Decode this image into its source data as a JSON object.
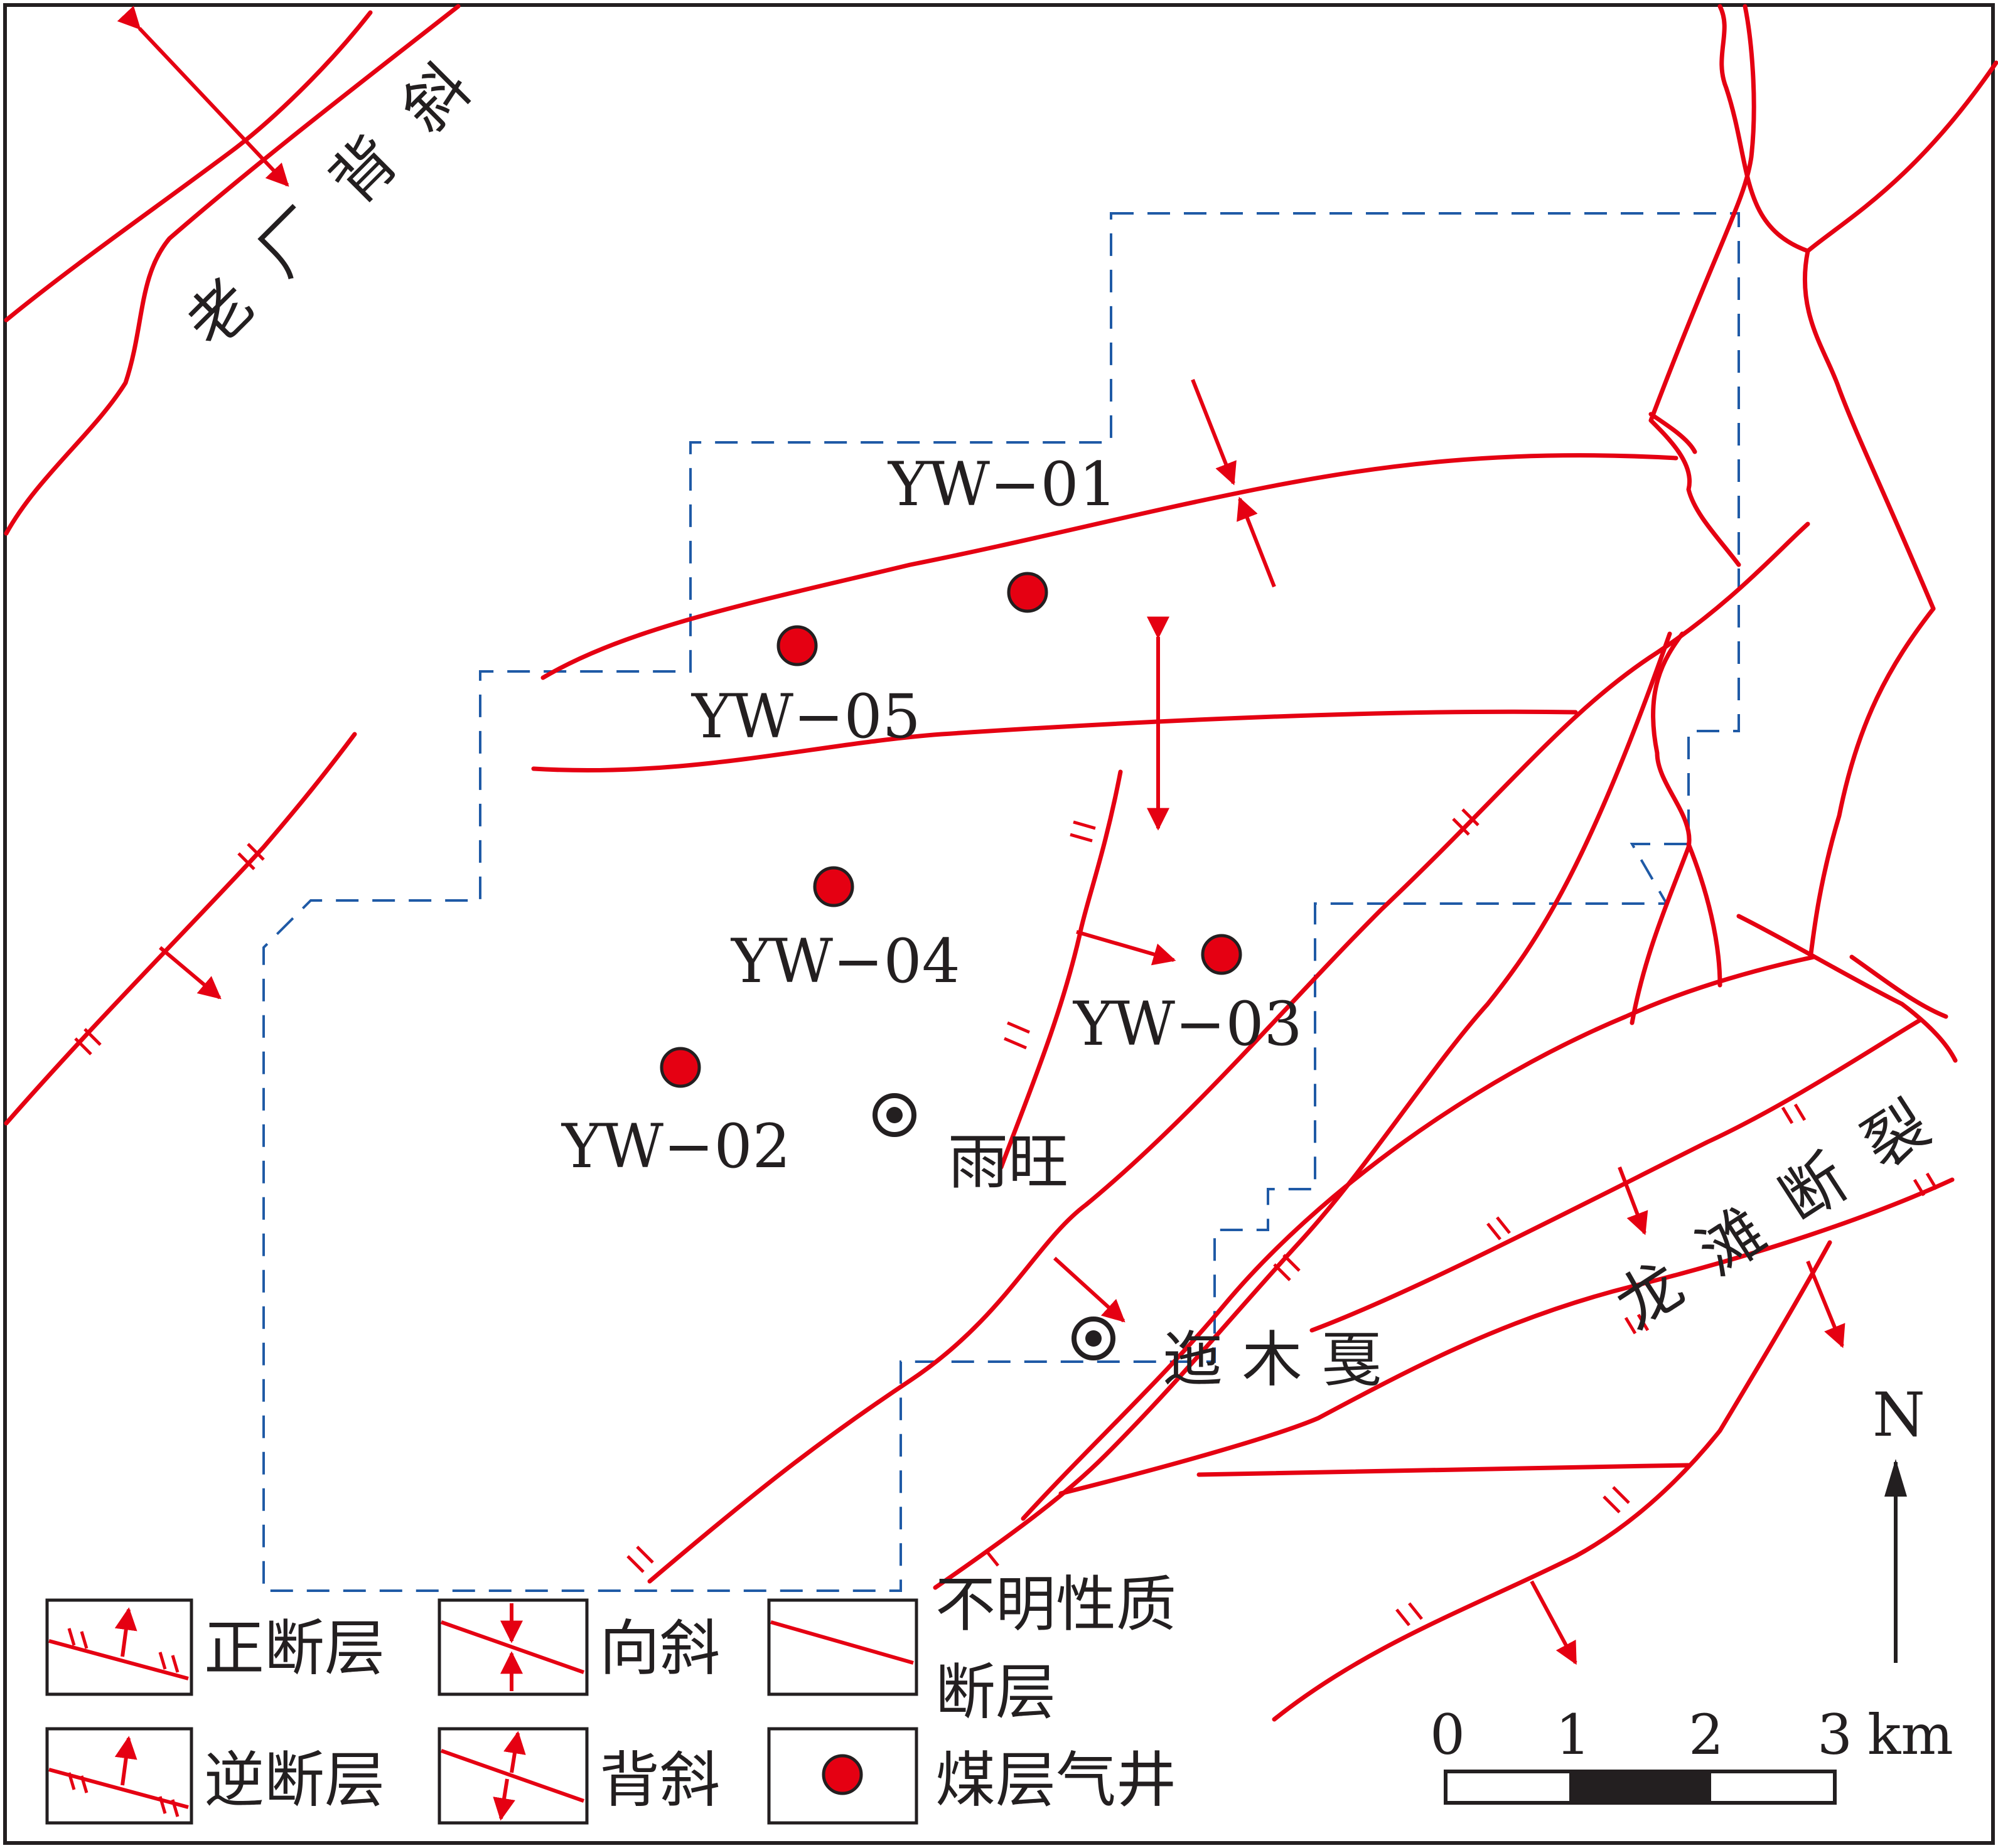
{
  "map": {
    "anticline_label": "老厂背斜",
    "fault_zone_label": "龙滩断裂",
    "north": "N",
    "wells": [
      {
        "id": "YW-01",
        "label": "YW−01"
      },
      {
        "id": "YW-05",
        "label": "YW−05"
      },
      {
        "id": "YW-04",
        "label": "YW−04"
      },
      {
        "id": "YW-03",
        "label": "YW−03"
      },
      {
        "id": "YW-02",
        "label": "YW−02"
      }
    ],
    "towns": [
      {
        "id": "yuwang",
        "label": "雨旺"
      },
      {
        "id": "shimuxia",
        "label": "迤 木 戛"
      }
    ]
  },
  "scale": {
    "ticks": [
      "0",
      "1",
      "2",
      "3"
    ],
    "unit": "km"
  },
  "legend": {
    "normal_fault": "正断层",
    "reverse_fault": "逆断层",
    "syncline": "向斜",
    "anticline": "背斜",
    "unknown_fault_l1": "不明性质",
    "unknown_fault_l2": "断层",
    "cbm_well": "煤层气井"
  },
  "colors": {
    "fault": "#e50012",
    "boundary": "#1f5aa6",
    "well": "#e50012",
    "text": "#231f20"
  }
}
